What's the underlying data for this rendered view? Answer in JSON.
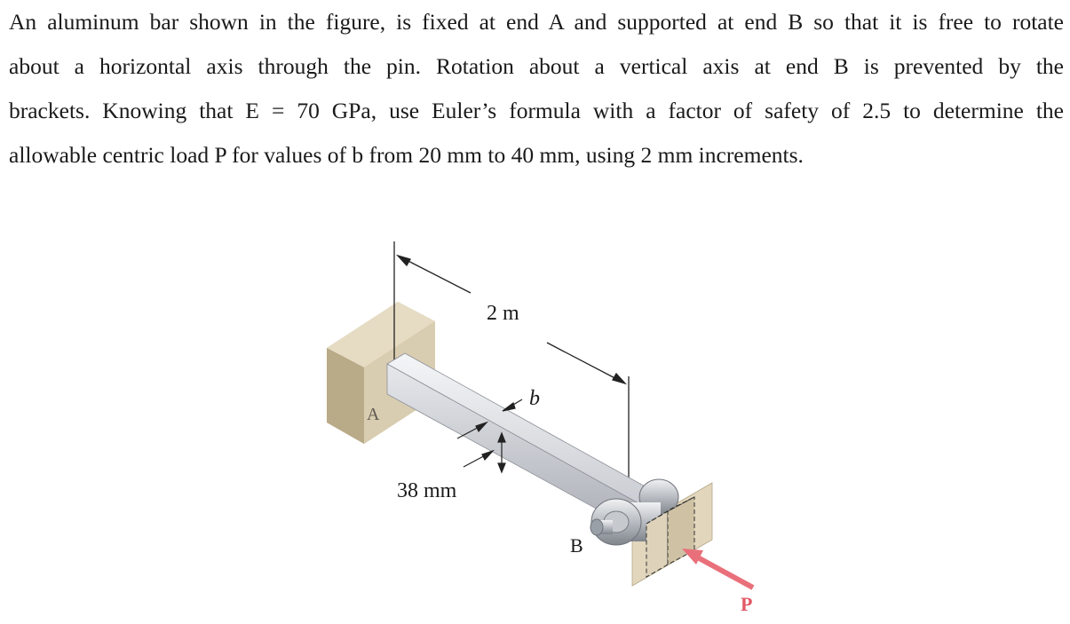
{
  "problem": {
    "line1": "An aluminum bar shown in the figure, is fixed at end A and supported at end B so that it is free to rotate",
    "line2": "about a horizontal axis through the pin. Rotation about a vertical axis at end B is prevented by the",
    "line3": "brackets. Knowing that E = 70 GPa, use Euler’s formula with a factor of safety of 2.5 to determine the",
    "line4": "allowable centric load P for values of b from 20 mm to 40 mm, using 2 mm increments."
  },
  "figure": {
    "length_label": "2 m",
    "width_label": "b",
    "depth_label": "38 mm",
    "end_a_label": "A",
    "end_b_label": "B",
    "load_label": "P",
    "colors": {
      "wall": "#d9cdb1",
      "bar": "#d6d9de",
      "load_arrow": "#e9707a",
      "bracket_plate": "#e2d6bd"
    }
  }
}
